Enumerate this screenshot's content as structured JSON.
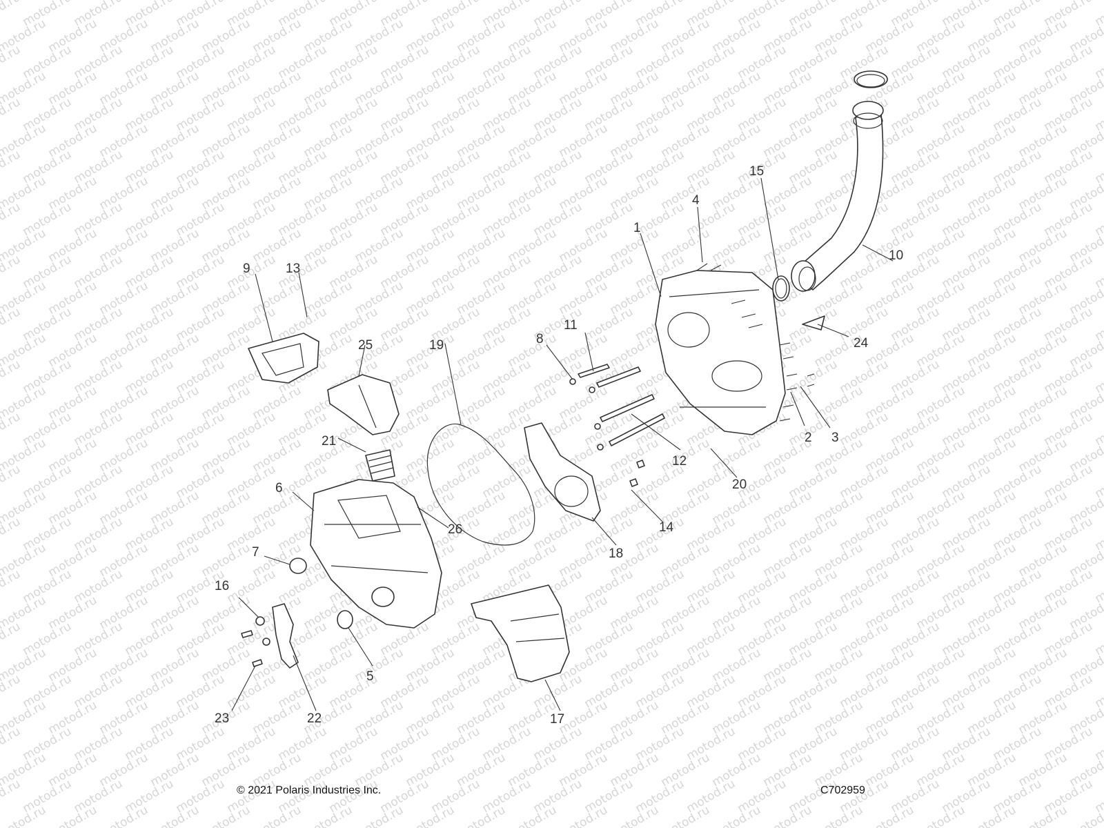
{
  "watermark": "motod.ru",
  "footer": {
    "copyright": "© 2021 Polaris Industries Inc.",
    "drawing_code": "C702959"
  },
  "callouts": {
    "c1": "1",
    "c2": "2",
    "c3": "3",
    "c4": "4",
    "c5": "5",
    "c6": "6",
    "c7": "7",
    "c8": "8",
    "c9": "9",
    "c10": "10",
    "c11": "11",
    "c12": "12",
    "c13": "13",
    "c14": "14",
    "c15": "15",
    "c16": "16",
    "c17": "17",
    "c18": "18",
    "c19": "19",
    "c20": "20",
    "c21": "21",
    "c22": "22",
    "c23": "23",
    "c24": "24",
    "c25": "25",
    "c26": "26"
  }
}
